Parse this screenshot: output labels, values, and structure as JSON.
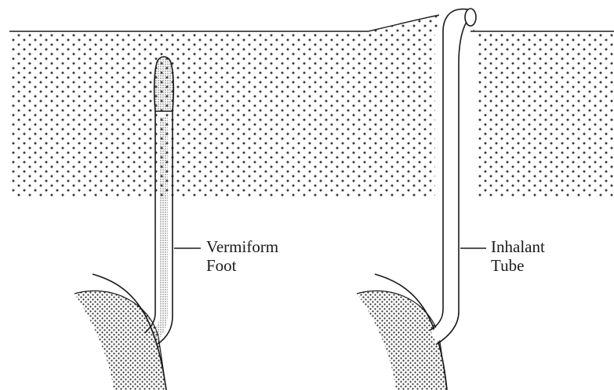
{
  "labels": {
    "vermiform_foot": {
      "line1": "Vermiform",
      "line2": "Foot"
    },
    "inhalant_tube": {
      "line1": "Inhalant",
      "line2": "Tube"
    }
  },
  "colors": {
    "ink": "#1a1a1a",
    "stipple": "#3a3a3a",
    "background": "#ffffff"
  }
}
